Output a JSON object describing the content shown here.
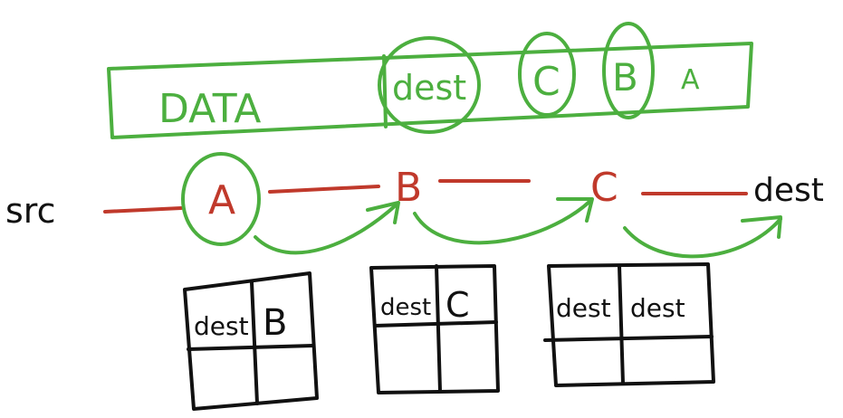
{
  "packet": {
    "data_label": "DATA",
    "header_fields": [
      "dest",
      "C",
      "B",
      "A"
    ]
  },
  "path": {
    "source_label": "src",
    "nodes": [
      "A",
      "B",
      "C"
    ],
    "destination_label": "dest"
  },
  "tables": [
    {
      "key": "dest",
      "value": "B"
    },
    {
      "key": "dest",
      "value": "C"
    },
    {
      "key": "dest",
      "value": "dest"
    }
  ],
  "colors": {
    "packet": "#4caf3f",
    "nodes": "#c0392b",
    "tables": "#111111"
  }
}
